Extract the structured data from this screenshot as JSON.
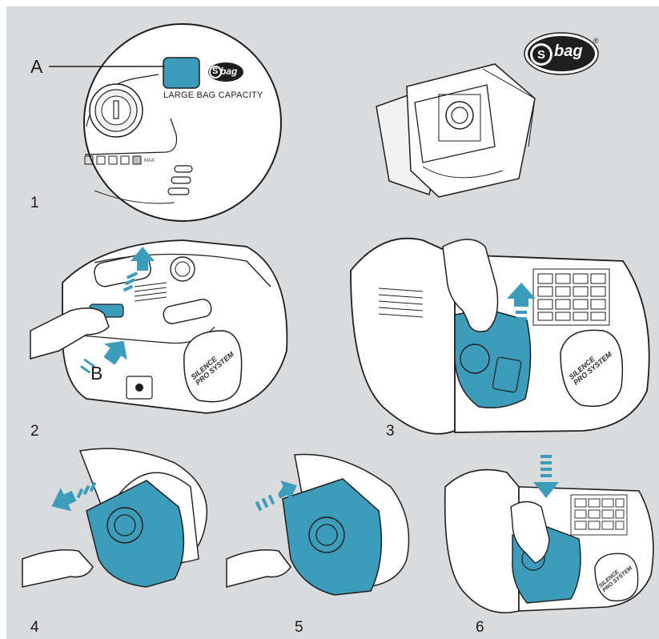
{
  "steps": [
    "1",
    "2",
    "3",
    "4",
    "5",
    "6"
  ],
  "callouts": {
    "a": "A",
    "b": "B"
  },
  "indicator_label": "LARGE BAG CAPACITY",
  "brand": {
    "word": "bag",
    "mark": "S",
    "registered": "®"
  },
  "machine_badge": {
    "line1": "SILENCE",
    "line2": "PRO SYSTEM"
  },
  "dial_max_label": "MAX",
  "colors": {
    "background": "#dadbdc",
    "accent_blue": "#3e9cbb",
    "line": "#1e1e1e",
    "body": "#ffffff"
  },
  "icons": [
    "vacuum-bag-icon",
    "arrow-up-icon",
    "arrow-left-icon",
    "arrow-right-icon",
    "arrow-down-icon"
  ]
}
